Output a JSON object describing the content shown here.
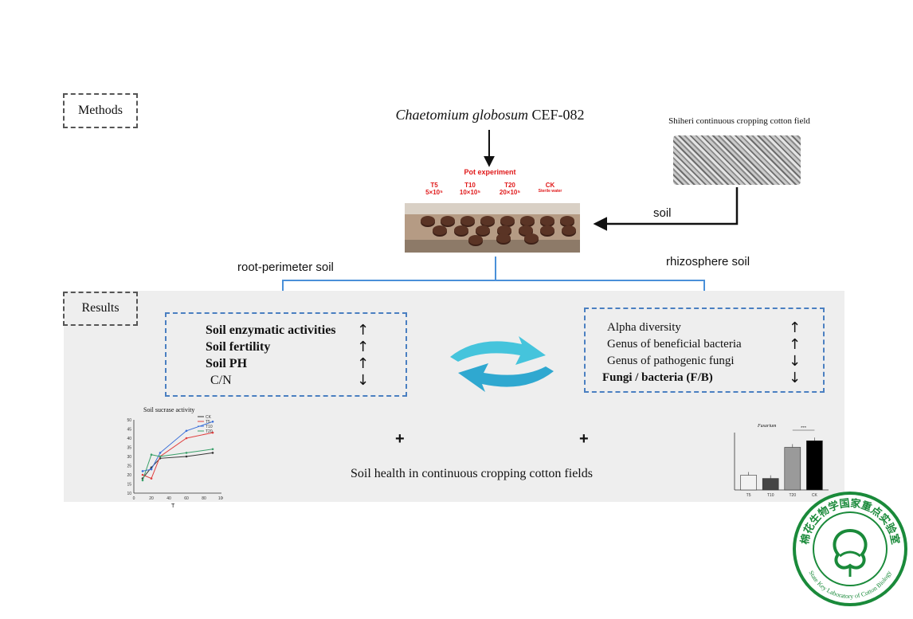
{
  "methods_label": "Methods",
  "results_label": "Results",
  "fungus": {
    "italic": "Chaetomium globosum",
    "strain": " CEF-082"
  },
  "field_label": "Shiheri continuous cropping cotton field",
  "soil_label": "soil",
  "pot": {
    "title": "Pot experiment",
    "treatments": [
      {
        "name": "T5",
        "dose": "5×10⁵"
      },
      {
        "name": "T10",
        "dose": "10×10⁵"
      },
      {
        "name": "T20",
        "dose": "20×10⁵"
      },
      {
        "name": "CK",
        "dose": "Sterile water"
      }
    ]
  },
  "branches": {
    "left": "root-perimeter soil",
    "right": "rhizosphere soil"
  },
  "left_box": {
    "items": [
      {
        "text": "Soil enzymatic activities",
        "dir": "↑"
      },
      {
        "text": "Soil fertility",
        "dir": "↑"
      },
      {
        "text": "Soil PH",
        "dir": "↑"
      },
      {
        "text": "C/N",
        "dir": "↓"
      }
    ]
  },
  "right_box": {
    "items": [
      {
        "text": "Alpha diversity",
        "dir": "↑"
      },
      {
        "text": "Genus of beneficial bacteria",
        "dir": "↑"
      },
      {
        "text": "Genus of pathogenic fungi",
        "dir": "↓"
      },
      {
        "text": "Fungi / bacteria (F/B)",
        "dir": "↓"
      }
    ]
  },
  "plus": "+",
  "conclusion": "Soil health in continuous cropping cotton fields",
  "line_chart": {
    "title": "Soil sucrase activity",
    "xlabel": "T",
    "yticks": [
      "50",
      "45",
      "40",
      "35",
      "30",
      "25",
      "20",
      "15",
      "10"
    ],
    "xticks": [
      "0",
      "20",
      "40",
      "60",
      "80",
      "100"
    ],
    "legend": [
      "CK",
      "T5",
      "T10",
      "T20"
    ],
    "x": [
      10,
      20,
      30,
      60,
      90
    ],
    "series": [
      {
        "name": "CK",
        "values": [
          18,
          24,
          29,
          30,
          32
        ],
        "color": "#333333"
      },
      {
        "name": "T5",
        "values": [
          20,
          18,
          30,
          40,
          43
        ],
        "color": "#e04040"
      },
      {
        "name": "T10",
        "values": [
          22,
          23,
          32,
          44,
          49
        ],
        "color": "#3a6fd8"
      },
      {
        "name": "T20",
        "values": [
          17,
          31,
          30,
          32,
          34
        ],
        "color": "#3aa06a"
      }
    ]
  },
  "bar_chart": {
    "title": "Fusarium",
    "significance": "***",
    "categories": [
      "T5",
      "T10",
      "T20",
      "CK"
    ],
    "values": [
      0.9,
      0.7,
      2.6,
      3.0
    ],
    "colors": [
      "#f2f2f2",
      "#444444",
      "#9a9a9a",
      "#000000"
    ]
  },
  "seal": {
    "cn": "棉花生物学国家重点实验室",
    "en": "State Key Laboratory of Cotton Biology",
    "color": "#1a8a3a"
  }
}
